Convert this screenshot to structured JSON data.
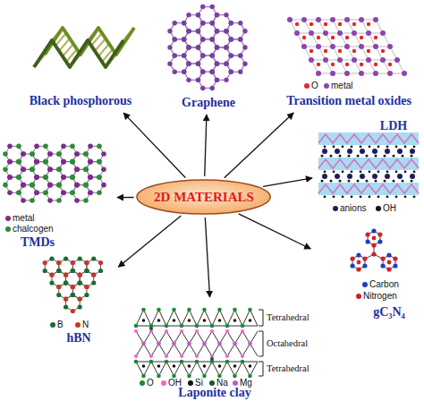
{
  "diagram": {
    "nodes": [
      {
        "text": [
          "2D MATERIALS"
        ]
      },
      {
        "text": [
          "Black phosphorous"
        ]
      },
      {
        "text": [
          "Graphene"
        ]
      },
      {
        "text": [
          "Transition metal oxides"
        ]
      },
      {
        "text": [
          "LDH"
        ]
      },
      {
        "text": [
          "gC₃N₄"
        ]
      },
      {
        "text": [
          "Laponite clay"
        ]
      },
      {
        "text": [
          "hBN"
        ]
      },
      {
        "text": [
          "TMDs"
        ]
      }
    ],
    "edges": [
      {
        "from": 0,
        "to": 1,
        "arrow": "to"
      },
      {
        "from": 0,
        "to": 2,
        "arrow": "to"
      },
      {
        "from": 0,
        "to": 3,
        "arrow": "to"
      },
      {
        "from": 0,
        "to": 4,
        "arrow": "to"
      },
      {
        "from": 0,
        "to": 5,
        "arrow": "to"
      },
      {
        "from": 0,
        "to": 6,
        "arrow": "to"
      },
      {
        "from": 0,
        "to": 7,
        "arrow": "to"
      },
      {
        "from": 0,
        "to": 8,
        "arrow": "to"
      }
    ],
    "labels": [
      "Tetrahedral",
      "Octahedral",
      "Tetrahedral"
    ],
    "legend": [
      {
        "text": "O",
        "color": "#e8262b"
      },
      {
        "text": "metal",
        "color": "#8e44ad"
      },
      {
        "text": "anions",
        "color": "#1b1f5e"
      },
      {
        "text": "OH",
        "color": "#111111"
      },
      {
        "text": "metal",
        "color": "#7b2d8e"
      },
      {
        "text": "chalcogen",
        "color": "#2e8b3a"
      },
      {
        "text": "B",
        "color": "#1e6b2e"
      },
      {
        "text": "N",
        "color": "#c0392b"
      },
      {
        "text": "Carbon",
        "color": "#1f3fbf"
      },
      {
        "text": "Nitrogen",
        "color": "#d3202a"
      },
      {
        "text": "O",
        "color": "#1e8a2e"
      },
      {
        "text": "OH",
        "color": "#ff5fc8"
      },
      {
        "text": "Si",
        "color": "#111111"
      },
      {
        "text": "Na",
        "color": "#0b5e26"
      },
      {
        "text": "Mg",
        "color": "#c65cc0"
      }
    ]
  }
}
